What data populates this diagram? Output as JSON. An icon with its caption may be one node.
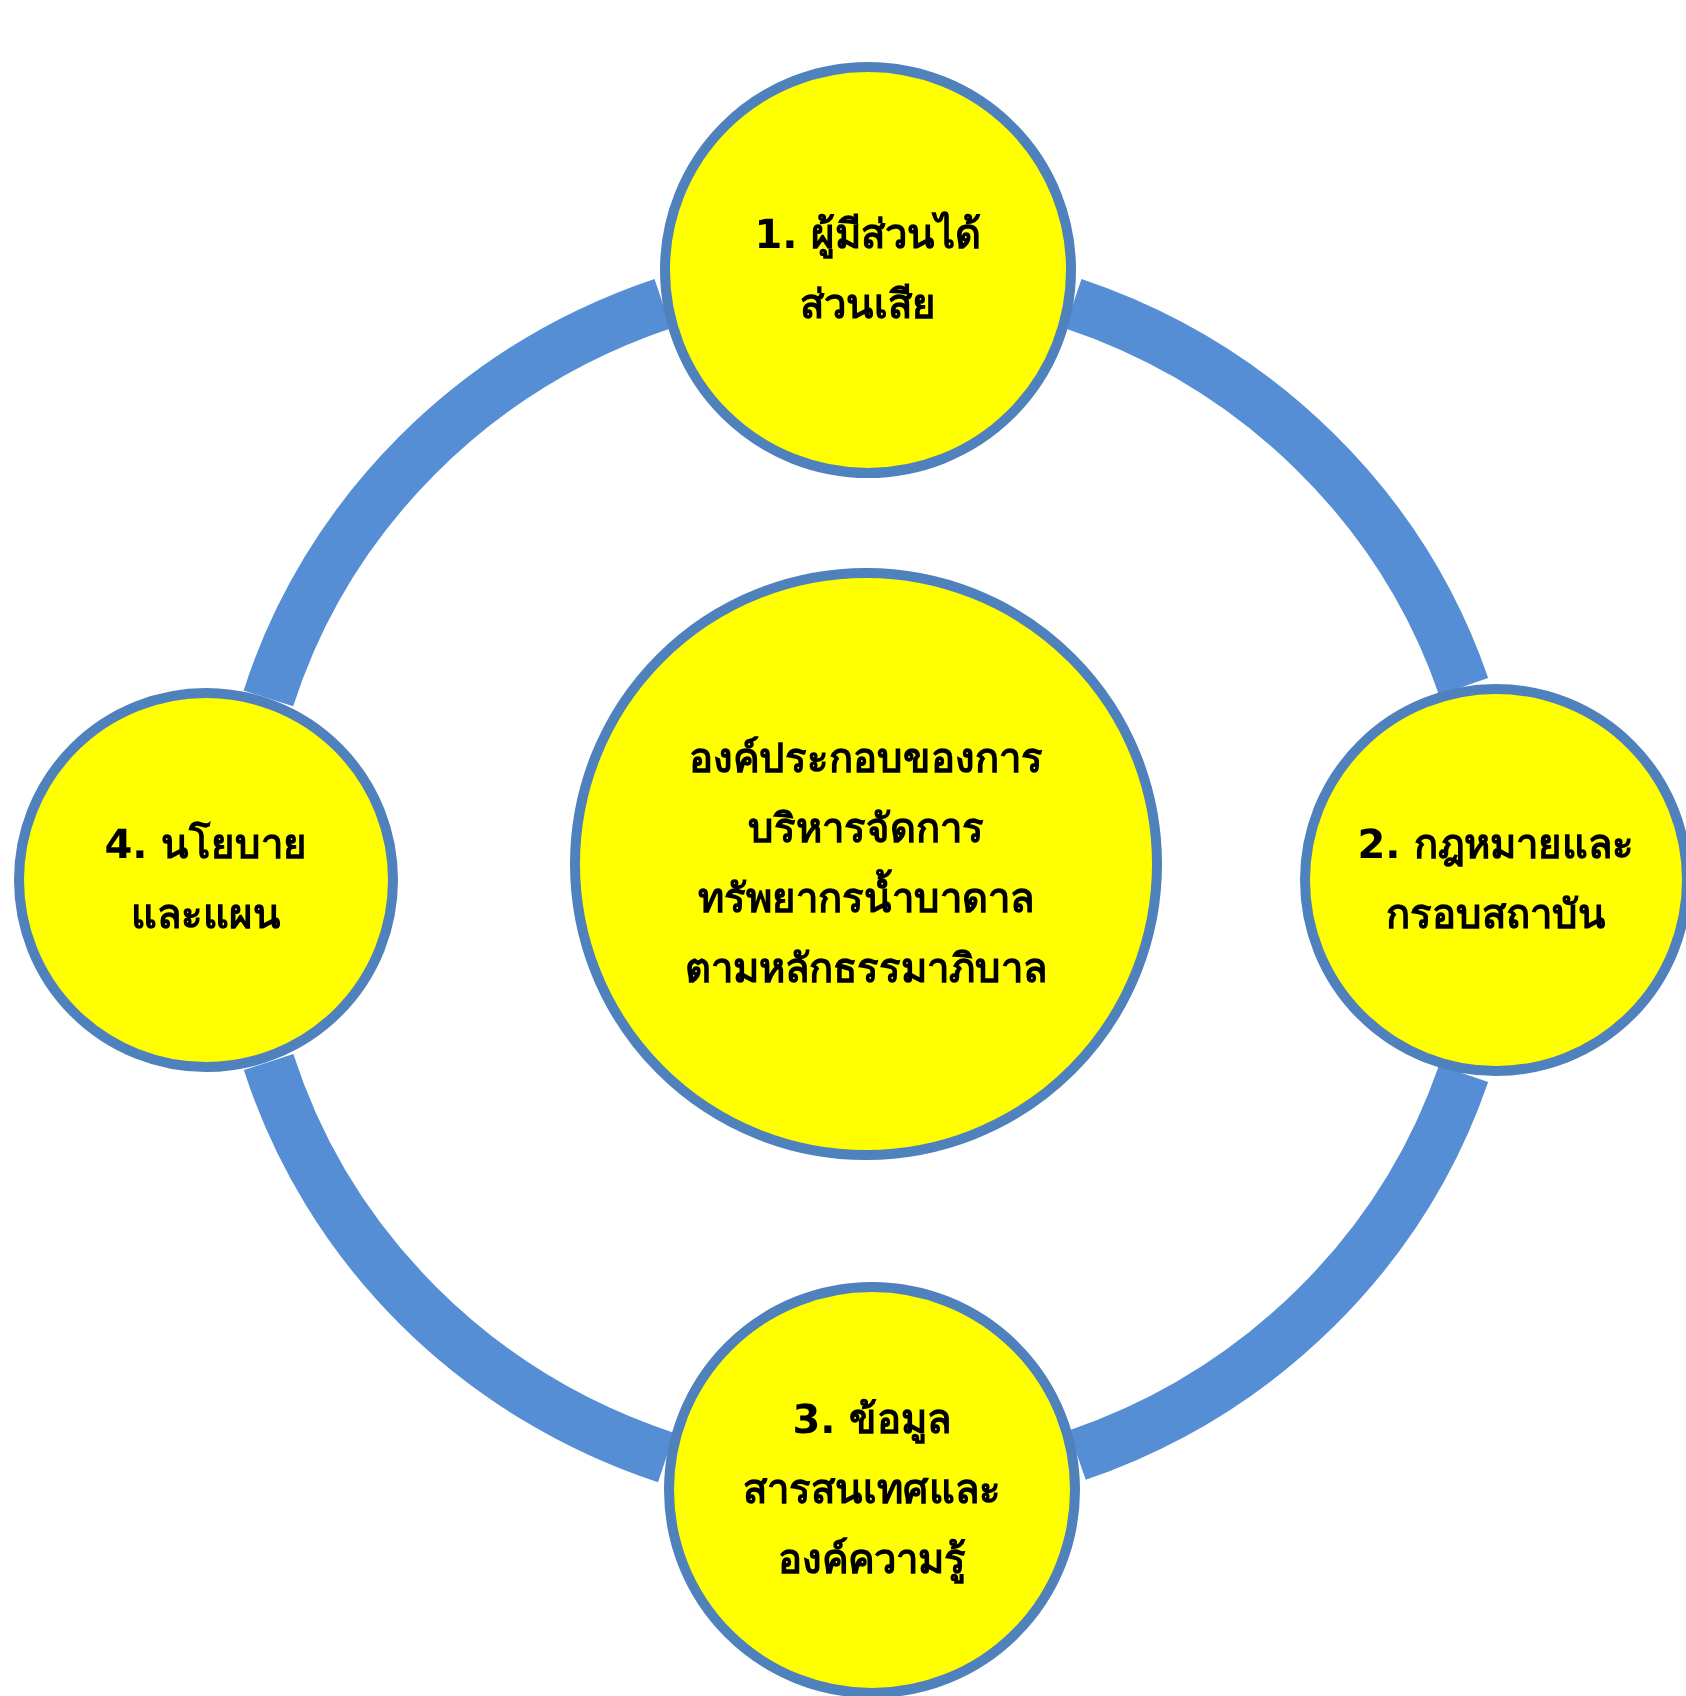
{
  "diagram": {
    "nodes": [
      {
        "text": [
          "1. ผู้มีส่วนได้ส่วนเสีย"
        ]
      },
      {
        "text": [
          "4. นโยบายและแผน"
        ]
      },
      {
        "text": [
          "องค์ประกอบของการบริหารจัดการทรัพยากรน้ำบาดาลตามหลักธรรมาภิบาล"
        ]
      },
      {
        "text": [
          "2. กฎหมายและกรอบสถาบัน"
        ]
      },
      {
        "text": [
          "3. ข้อมูลสารสนเทศและองค์ความรู้"
        ]
      }
    ],
    "edges": [
      {
        "from": 0,
        "to": 3,
        "arrow": "none"
      },
      {
        "from": 3,
        "to": 4,
        "arrow": "none"
      },
      {
        "from": 4,
        "to": 1,
        "arrow": "none"
      },
      {
        "from": 1,
        "to": 0,
        "arrow": "none"
      }
    ]
  }
}
